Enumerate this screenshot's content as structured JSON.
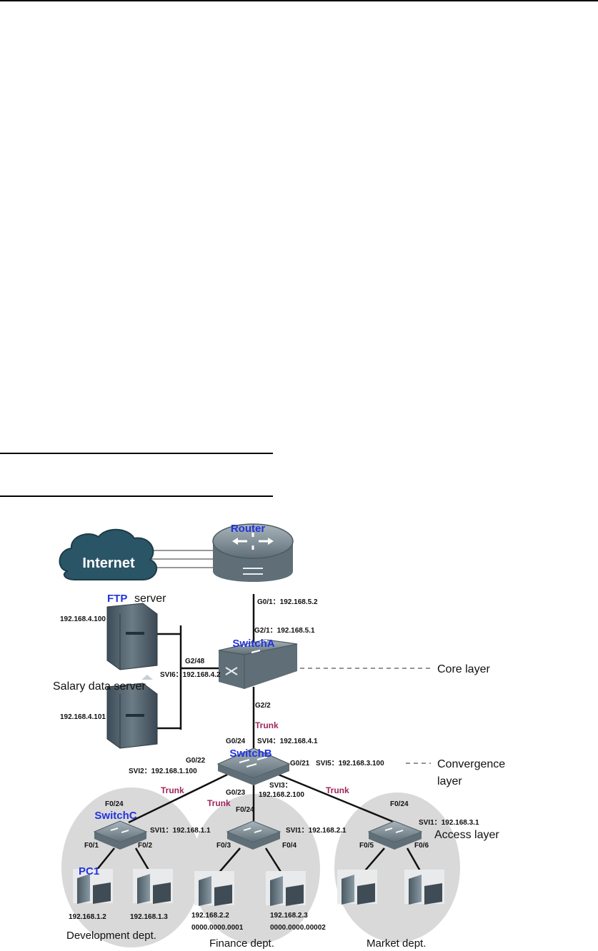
{
  "page": {
    "top_rule": true,
    "section_rules": true
  },
  "diagram": {
    "internet": "Internet",
    "router": "Router",
    "router_g01": "G0/1：192.168.5.2",
    "switcha": "SwitchA",
    "switcha_g21": "G2/1：192.168.5.1",
    "switcha_g248": "G2/48",
    "switcha_svi6": "SVI6：192.168.4.2",
    "switcha_g22": "G2/2",
    "ftp_bold": "FTP",
    "ftp_rest": "server",
    "ftp_ip": "192.168.4.100",
    "salary_label": "Salary data server",
    "salary_ip": "192.168.4.101",
    "core_layer": "Core layer",
    "trunk": "Trunk",
    "switchb": "SwitchB",
    "switchb_g024": "G0/24",
    "switchb_svi4": "SVI4：192.168.4.1",
    "switchb_g022": "G0/22",
    "switchb_svi2": "SVI2：192.168.1.100",
    "switchb_g021": "G0/21",
    "switchb_svi5": "SVI5：192.168.3.100",
    "switchb_g023": "G0/23",
    "switchb_svi3": "SVI3：",
    "switchb_svi3_ip": "192.168.2.100",
    "convergence_layer_1": "Convergence",
    "convergence_layer_2": "layer",
    "access_layer": "Access layer",
    "switchc": "SwitchC",
    "switchc_f024": "F0/24",
    "switchc_svi1": "SVI1：192.168.1.1",
    "switchc_f01": "F0/1",
    "switchc_f02": "F0/2",
    "pc1": "PC1",
    "pc1_ip": "192.168.1.2",
    "pc2_ip": "192.168.1.3",
    "dev_dept": "Development dept.",
    "fin_f024": "F0/24",
    "fin_svi1": "SVI1：192.168.2.1",
    "fin_f03": "F0/3",
    "fin_f04": "F0/4",
    "fin_pc1_ip": "192.168.2.2",
    "fin_pc1_mac": "0000.0000.0001",
    "fin_pc2_ip": "192.168.2.3",
    "fin_pc2_mac": "0000.0000.00002",
    "fin_dept": "Finance dept.",
    "mkt_f024": "F0/24",
    "mkt_svi1": "SVI1：192.168.3.1",
    "mkt_f05": "F0/5",
    "mkt_f06": "F0/6",
    "mkt_dept": "Market dept."
  },
  "colors": {
    "device_label": "#2233dd",
    "trunk_label": "#a0245a",
    "device_body": "#7c8a93",
    "cloud": "#2a5566",
    "ellipse": "#dadada"
  }
}
